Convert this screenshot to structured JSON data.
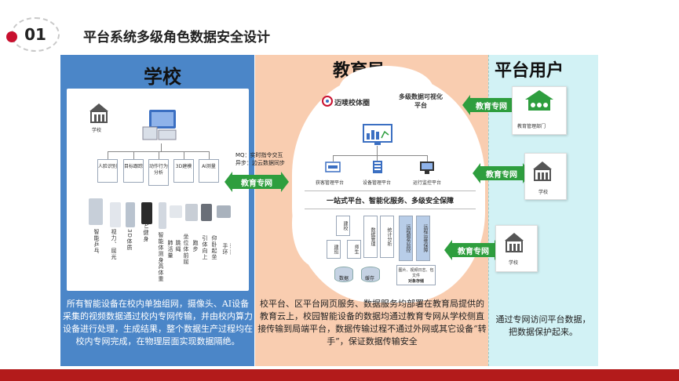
{
  "header": {
    "number": "01",
    "title": "平台系统多级角色数据安全设计"
  },
  "columns": {
    "school": {
      "title": "学校",
      "building_label": "学校",
      "nodes": [
        "人脸识别",
        "目标跟踪",
        "动作行为分析",
        "3D建模",
        "AI测量"
      ],
      "devices": [
        "智能乒乓",
        "视力、屈光",
        "3D体质",
        "AI健身",
        "智能体测身高体重",
        "肺活量",
        "跳绳",
        "坐位体前屈",
        "跑步",
        "引体向上",
        "仰卧起坐",
        "手环",
        "……"
      ],
      "description": "所有智能设备在校内单独组网，摄像头、AI设备采集的视频数据通过校内专网传输，并由校内算力设备进行处理，生成结果，整个数据生产过程均在校内专网完成，在物理层面实现数据隔绝。"
    },
    "bureau": {
      "title": "教育局",
      "brand": "迈唛校体圈",
      "multi_platform": "多级数据可视化平台",
      "platform_items": [
        "获客管理平台",
        "设备管理平台",
        "运行监控平台"
      ],
      "service_bar": "一站式平台、智能化服务、多级安全保障",
      "racks": [
        "建校",
        "建班",
        "师生",
        "数据管理",
        "统计分析",
        "远程服务监控",
        "远程运维保障"
      ],
      "storage": [
        "数据",
        "缓存",
        "对象存储"
      ],
      "storage_note": "图片、视频日志、包文件",
      "mq_line1": "MQ：实时指令交互",
      "mq_line2": "异步：边云数据同步",
      "description": "校平台、区平台网页服务、数据服务均部署在教育局提供的教育云上，校园智能设备的数据均通过教育专网从学校侧直接传输到局端平台，数据传输过程不通过外网或其它设备“转手”，保证数据传输安全"
    },
    "platform": {
      "title": "平台用户",
      "users": [
        "教育管理部门",
        "学校",
        "学校"
      ],
      "description": "通过专网访问平台数据，把数据保护起来。"
    }
  },
  "links": {
    "school_bureau": "教育专网",
    "platform_1": "教育专网",
    "platform_2": "教育专网",
    "platform_3": "教育专网"
  },
  "colors": {
    "school_bg": "#4b86c8",
    "bureau_bg": "#f9cdb0",
    "platform_bg": "#d2f2f5",
    "link_green": "#2e9e3e",
    "accent_red": "#b31b1b"
  }
}
